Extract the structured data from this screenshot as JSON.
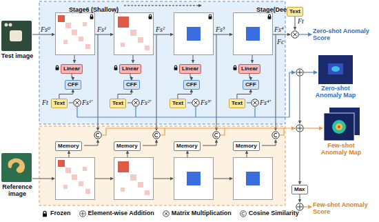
{
  "diagram": {
    "nodes": [
      {
        "text": [
          "Test image"
        ]
      },
      {
        "text": [
          "Stage6 (Shallow)",
          "Stage(Deep)"
        ]
      },
      {
        "text": [
          "Linear"
        ],
        "in": 1
      },
      {
        "text": [
          "Linear"
        ],
        "in": 1
      },
      {
        "text": [
          "Linear"
        ],
        "in": 1
      },
      {
        "text": [
          "Linear"
        ],
        "in": 1
      },
      {
        "text": [
          "CFF"
        ],
        "in": 1
      },
      {
        "text": [
          "CFF"
        ],
        "in": 1
      },
      {
        "text": [
          "CFF"
        ],
        "in": 1
      },
      {
        "text": [
          "CFF"
        ],
        "in": 1
      },
      {
        "text": [
          "Text"
        ],
        "in": 1
      },
      {
        "text": [
          "Text"
        ],
        "in": 1
      },
      {
        "text": [
          "Text"
        ],
        "in": 1
      },
      {
        "text": [
          "Text"
        ],
        "in": 1
      },
      {
        "text": [
          "Text"
        ]
      },
      {
        "text": [
          "Zero-shot Anomaly Map"
        ]
      },
      {
        "text": [
          "Reference image"
        ]
      },
      {
        "text": [
          "Memory"
        ]
      },
      {
        "text": [
          "Memory"
        ]
      },
      {
        "text": [
          "Memory"
        ]
      },
      {
        "text": [
          "Memory"
        ]
      },
      {
        "text": [
          "Few-shot Anomaly Map"
        ]
      },
      {
        "text": [
          "Max"
        ]
      }
    ],
    "edges": [
      {
        "from": 2,
        "to": 6,
        "arrow": "to"
      },
      {
        "from": 10,
        "to": 6,
        "arrow": "to"
      },
      {
        "from": 3,
        "to": 7,
        "arrow": "to"
      },
      {
        "from": 11,
        "to": 7,
        "arrow": "to"
      },
      {
        "from": 4,
        "to": 8,
        "arrow": "to"
      },
      {
        "from": 12,
        "to": 8,
        "arrow": "to"
      },
      {
        "from": 5,
        "to": 9,
        "arrow": "to"
      },
      {
        "from": 13,
        "to": 9,
        "arrow": "to"
      }
    ],
    "labels": [
      "Fs⁰",
      "Fs¹",
      "Fs²",
      "Fs³",
      "Fs⁴",
      "Fc",
      "Ft",
      "Fs¹′",
      "Fs²′",
      "Fs³′",
      "Fs⁴′",
      "Ft",
      "Zero-shot Anomaly Score",
      "Few-shot Anomaly Score"
    ],
    "legend": [
      {
        "text": "Frozen"
      },
      {
        "text": "Element-wise Addition"
      },
      {
        "text": "Matrix Multiplication"
      },
      {
        "text": "Cosine Similarity"
      }
    ]
  }
}
